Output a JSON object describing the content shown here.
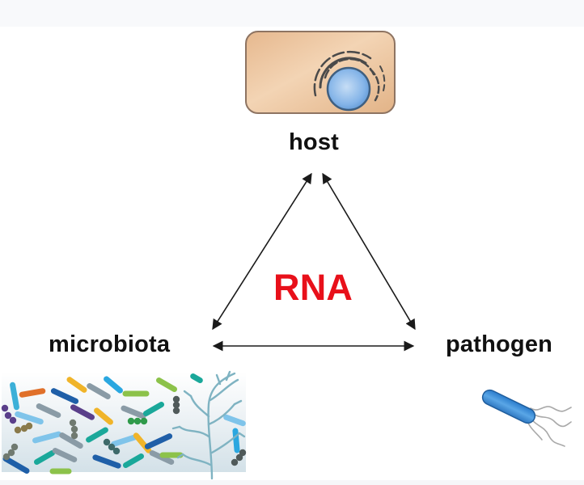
{
  "diagram": {
    "nodes": [
      {
        "id": "host",
        "label": "host",
        "icon": "host-cell-icon"
      },
      {
        "id": "microbiota",
        "label": "microbiota",
        "icon": "microbiota-community-icon"
      },
      {
        "id": "pathogen",
        "label": "pathogen",
        "icon": "bacterium-icon"
      }
    ],
    "center_label": "RNA",
    "edges": [
      {
        "from": "host",
        "to": "microbiota",
        "type": "bidirectional"
      },
      {
        "from": "host",
        "to": "pathogen",
        "type": "bidirectional"
      },
      {
        "from": "microbiota",
        "to": "pathogen",
        "type": "bidirectional"
      }
    ],
    "colors": {
      "center_label": "#e8101a",
      "labels": "#111111",
      "arrows": "#1a1a1a",
      "cell_body": "#e9c29c",
      "nucleus": "#7fb0e6",
      "pathogen": "#3d8fd6",
      "microbiota_background": "#dde8ee"
    }
  }
}
